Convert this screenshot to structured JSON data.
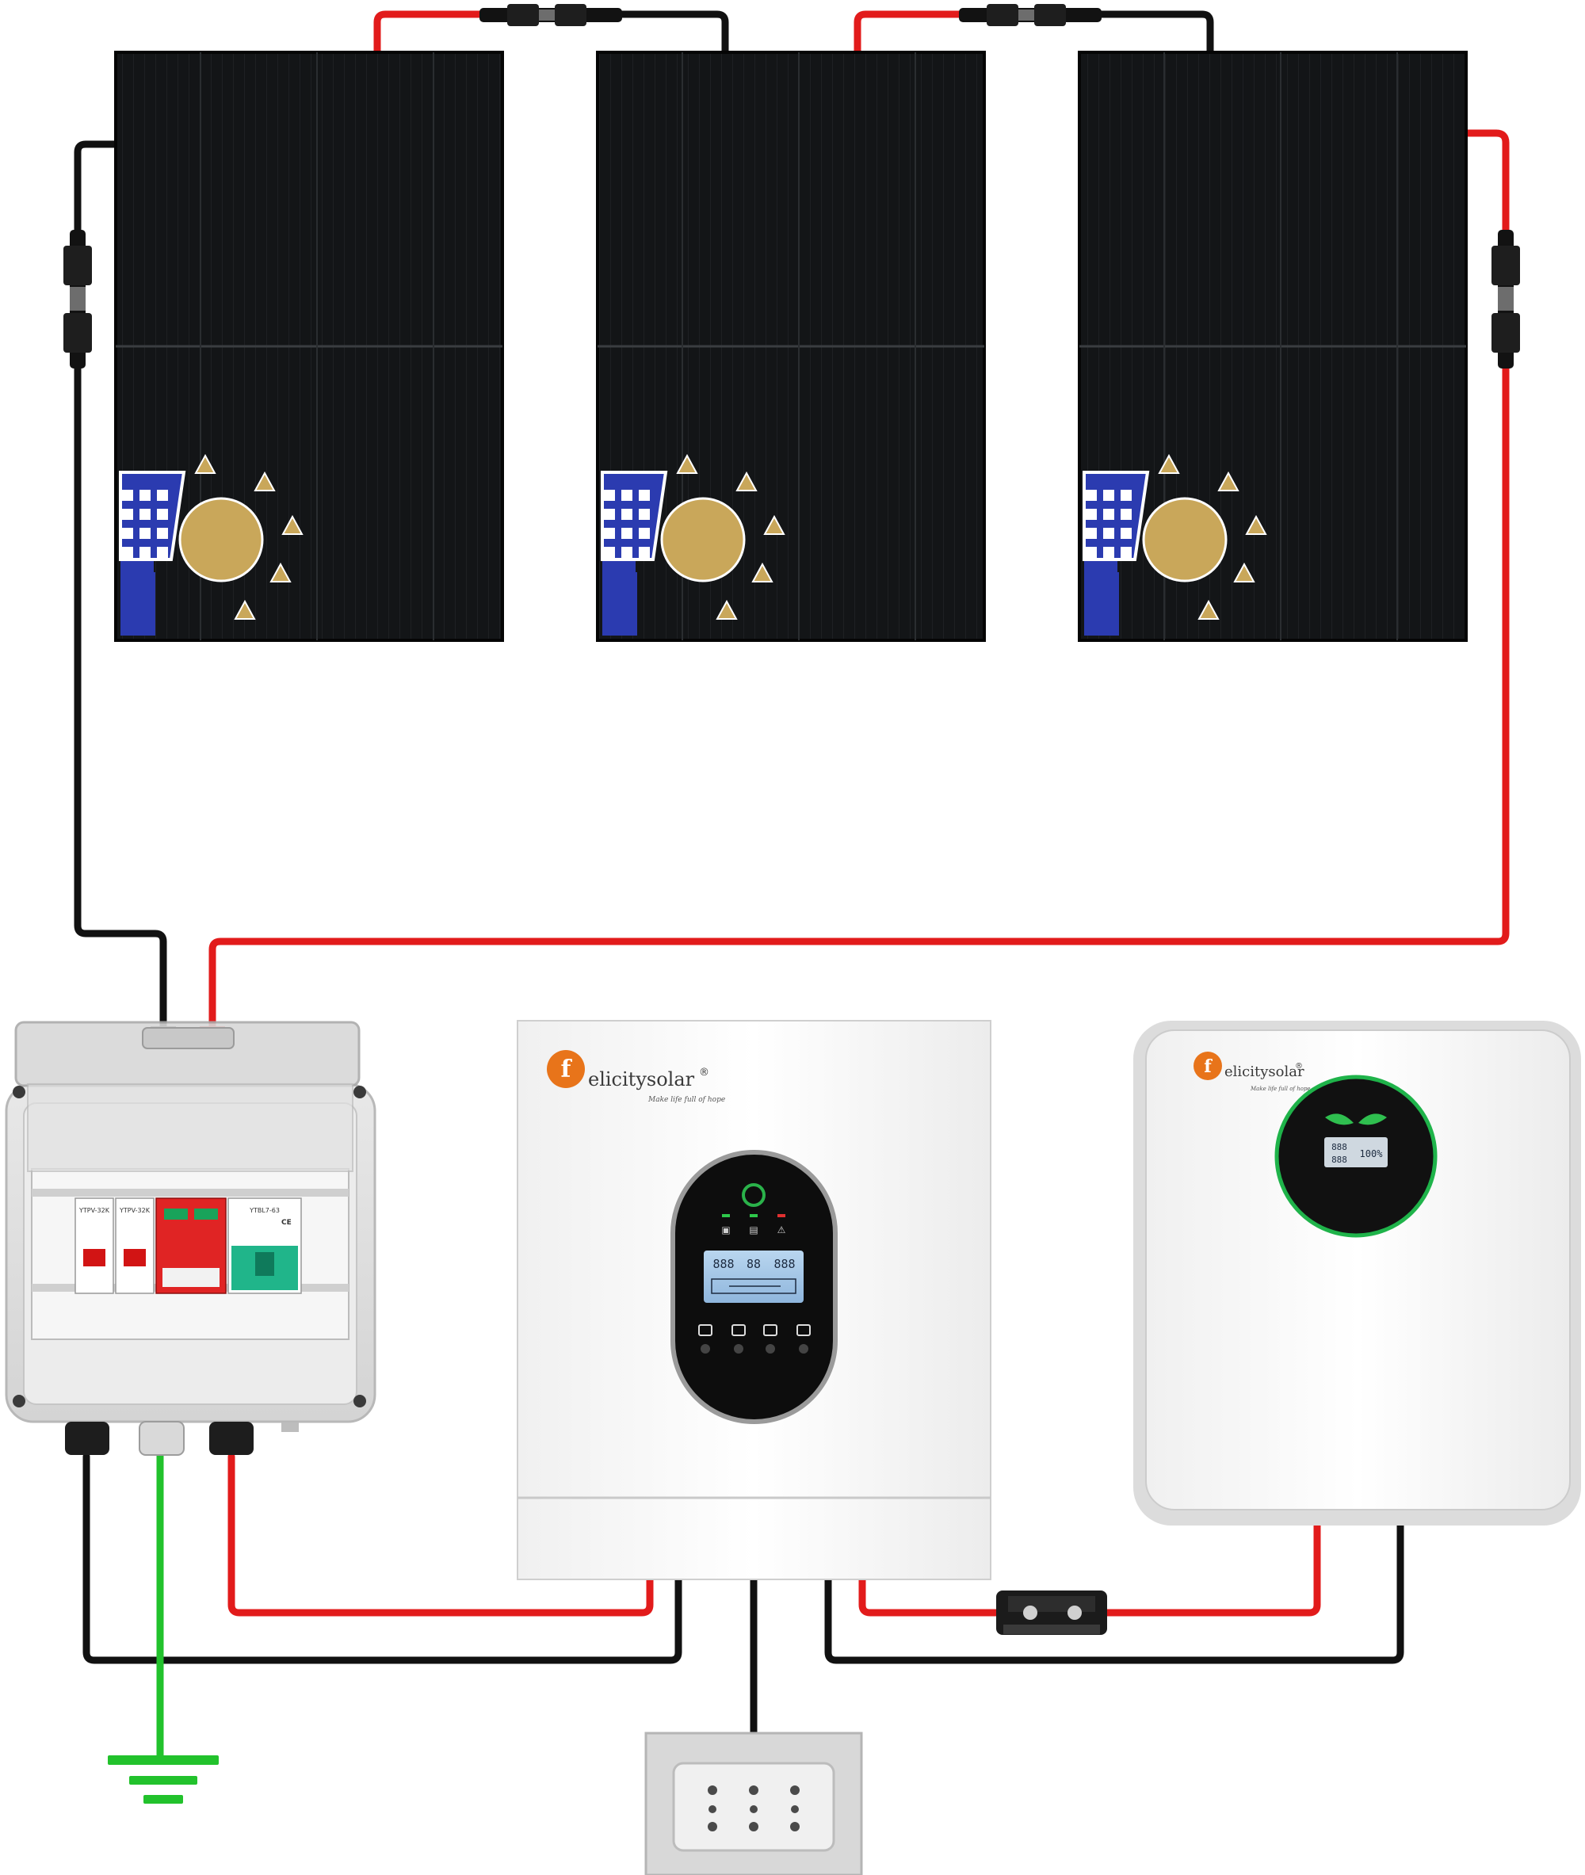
{
  "diagram": {
    "panels": [
      {
        "name": "solar-panel-1"
      },
      {
        "name": "solar-panel-2"
      },
      {
        "name": "solar-panel-3"
      }
    ],
    "combiner_box": {
      "breaker_label_1": "YTPV-32K",
      "breaker_label_2": "YTPV-32K",
      "breaker_label_3": "YTBL7-63",
      "ce_mark": "CE"
    },
    "inverter": {
      "brand_f": "f",
      "brand_name": "elicitysolar",
      "brand_reg": "®",
      "tagline": "Make life full of hope",
      "lcd_line_1": "888",
      "lcd_line_2": "88",
      "lcd_line_3": "888"
    },
    "battery": {
      "brand_f": "f",
      "brand_name": "elicitysolar",
      "brand_reg": "®",
      "tagline": "Make life full of hope",
      "lcd_line_1": "888",
      "lcd_line_2": "888",
      "lcd_percent": "100%"
    },
    "colors": {
      "positive_wire": "#e21b1b",
      "negative_wire": "#111111",
      "ground_wire": "#22c22c",
      "panel_dark": "#141618",
      "logo_blue": "#2b3bb0",
      "logo_gold": "#c9a75a",
      "brand_orange": "#e8741a"
    }
  }
}
